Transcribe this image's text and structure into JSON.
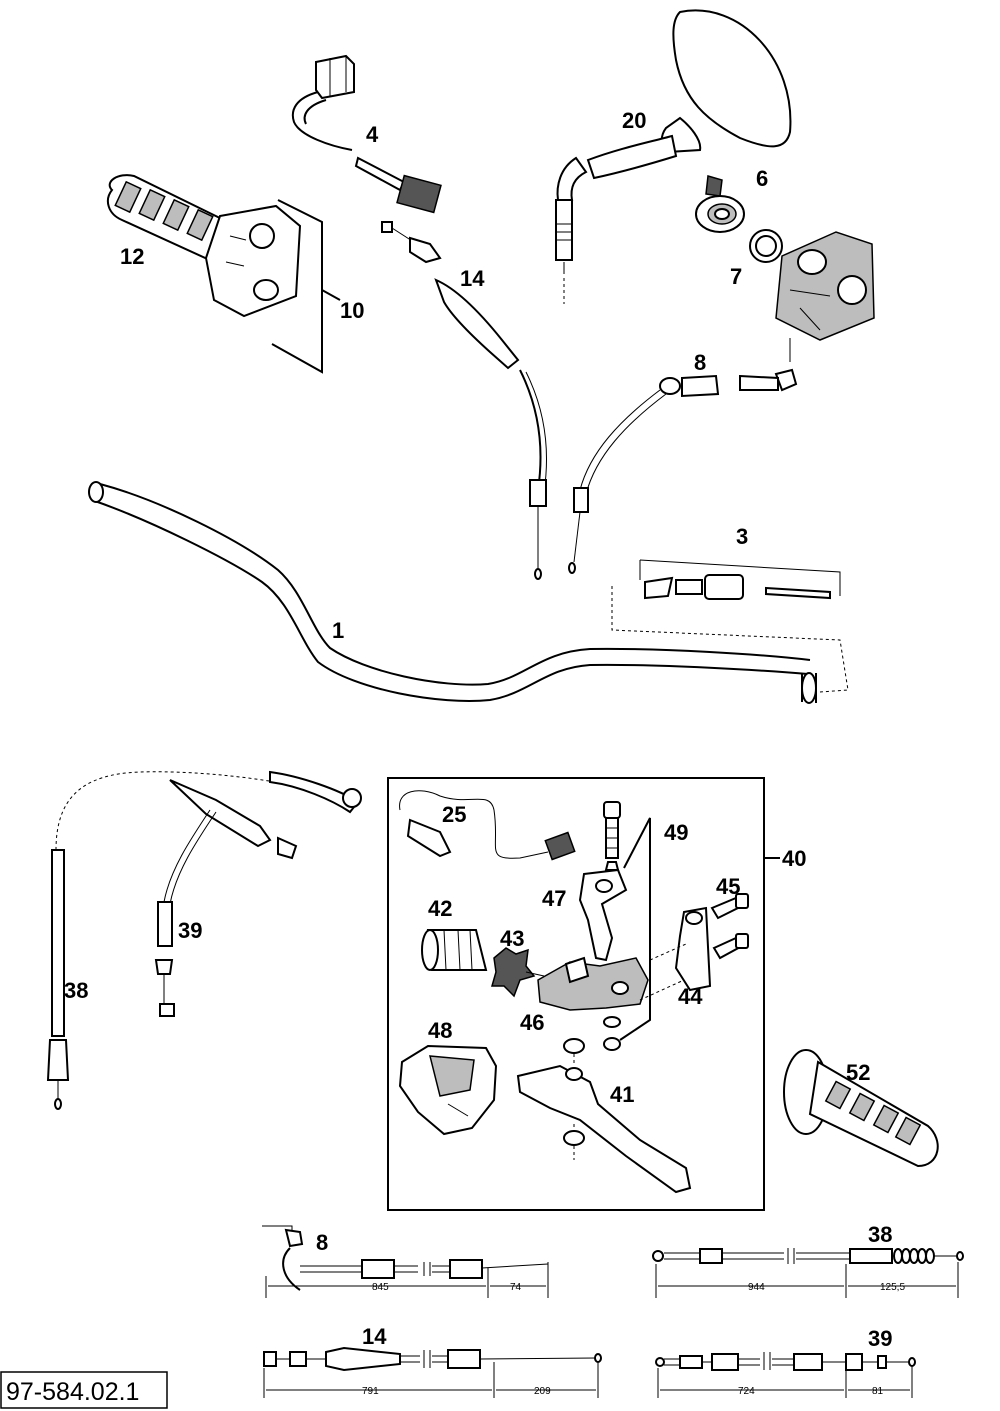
{
  "diagram": {
    "reference_number": "97-584.02.1",
    "part_labels": {
      "p1": "1",
      "p3": "3",
      "p4": "4",
      "p6": "6",
      "p7": "7",
      "p8": "8",
      "p10": "10",
      "p12": "12",
      "p14": "14",
      "p20": "20",
      "p25": "25",
      "p38": "38",
      "p39": "39",
      "p40": "40",
      "p41": "41",
      "p42": "42",
      "p43": "43",
      "p44": "44",
      "p45": "45",
      "p46": "46",
      "p47": "47",
      "p48": "48",
      "p49": "49",
      "p52": "52"
    },
    "cable_specs": [
      {
        "label": "8",
        "length_main": "845",
        "length_end": "74"
      },
      {
        "label": "38",
        "length_main": "944",
        "length_end": "125,5"
      },
      {
        "label": "14",
        "length_main": "791",
        "length_end": "209"
      },
      {
        "label": "39",
        "length_main": "724",
        "length_end": "81"
      }
    ]
  }
}
